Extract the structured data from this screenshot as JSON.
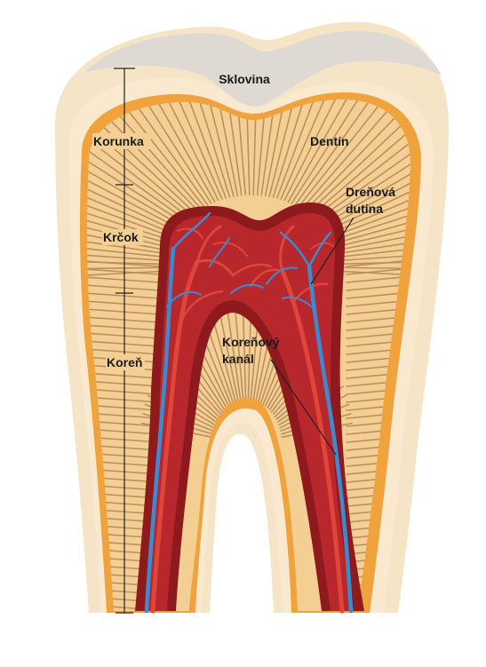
{
  "labels": {
    "enamel": "Sklovina",
    "crown": "Korunka",
    "dentin": "Dentín",
    "pulp_line1": "Dreňová",
    "pulp_line2": "dutina",
    "neck": "Krčok",
    "canal_line1": "Koreňový",
    "canal_line2": "kanál",
    "root": "Koreň"
  },
  "colors": {
    "enamel_outer": "#f6e4c6",
    "enamel_top": "#dedad3",
    "orange_band": "#f0a23c",
    "dentin": "#f4cf94",
    "pulp_dark": "#8e1a1e",
    "pulp": "#b8272c",
    "artery": "#e0453a",
    "vein": "#3a8bd0",
    "text": "#1a1a1a"
  }
}
